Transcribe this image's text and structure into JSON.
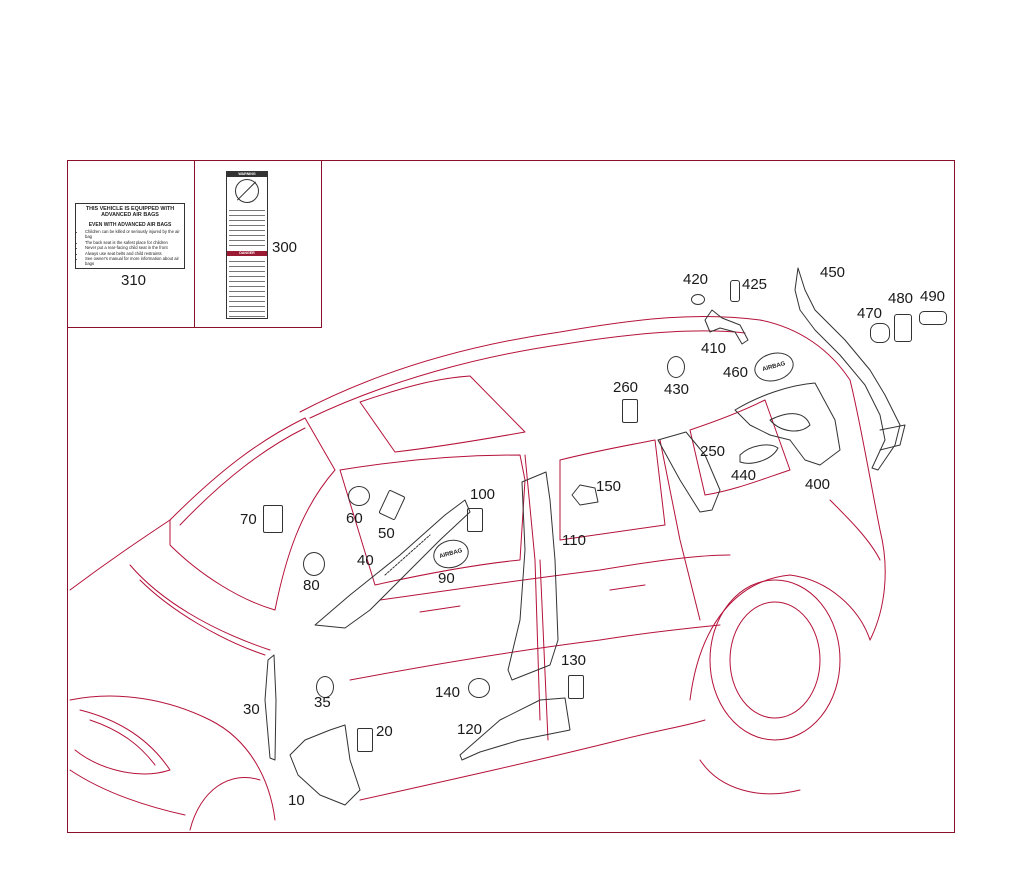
{
  "colors": {
    "line": "#b5123a",
    "frame": "#8a0f2a",
    "text": "#1a1a1a"
  },
  "label310": {
    "heading": "THIS VEHICLE IS EQUIPPED WITH ADVANCED AIR BAGS",
    "subheading": "EVEN WITH ADVANCED AIR BAGS",
    "bullets": [
      "Children can be killed or seriously injured by the air bag",
      "The back seat is the safest place for children",
      "Never put a rear-facing child seat in the front",
      "Always use seat belts and child restraints",
      "See owner's manual for more information about air bags"
    ]
  },
  "label300": {
    "warning": "WARNING",
    "danger": "DANGER"
  },
  "callouts": [
    {
      "id": "c310",
      "text": "310"
    },
    {
      "id": "c300",
      "text": "300"
    },
    {
      "id": "c420",
      "text": "420"
    },
    {
      "id": "c425",
      "text": "425"
    },
    {
      "id": "c450",
      "text": "450"
    },
    {
      "id": "c470",
      "text": "470"
    },
    {
      "id": "c480",
      "text": "480"
    },
    {
      "id": "c490",
      "text": "490"
    },
    {
      "id": "c410",
      "text": "410"
    },
    {
      "id": "c460",
      "text": "460"
    },
    {
      "id": "c430",
      "text": "430"
    },
    {
      "id": "c260",
      "text": "260"
    },
    {
      "id": "c250",
      "text": "250"
    },
    {
      "id": "c440",
      "text": "440"
    },
    {
      "id": "c400",
      "text": "400"
    },
    {
      "id": "c150",
      "text": "150"
    },
    {
      "id": "c100",
      "text": "100"
    },
    {
      "id": "c70",
      "text": "70"
    },
    {
      "id": "c60",
      "text": "60"
    },
    {
      "id": "c50",
      "text": "50"
    },
    {
      "id": "c110",
      "text": "110"
    },
    {
      "id": "c40",
      "text": "40"
    },
    {
      "id": "c90",
      "text": "90"
    },
    {
      "id": "c80",
      "text": "80"
    },
    {
      "id": "c130",
      "text": "130"
    },
    {
      "id": "c140",
      "text": "140"
    },
    {
      "id": "c35",
      "text": "35"
    },
    {
      "id": "c30",
      "text": "30"
    },
    {
      "id": "c20",
      "text": "20"
    },
    {
      "id": "c120",
      "text": "120"
    },
    {
      "id": "c10",
      "text": "10"
    }
  ],
  "airbag_badges": [
    {
      "id": "b460",
      "text": "AIRBAG"
    },
    {
      "id": "b90",
      "text": "AIRBAG"
    }
  ]
}
